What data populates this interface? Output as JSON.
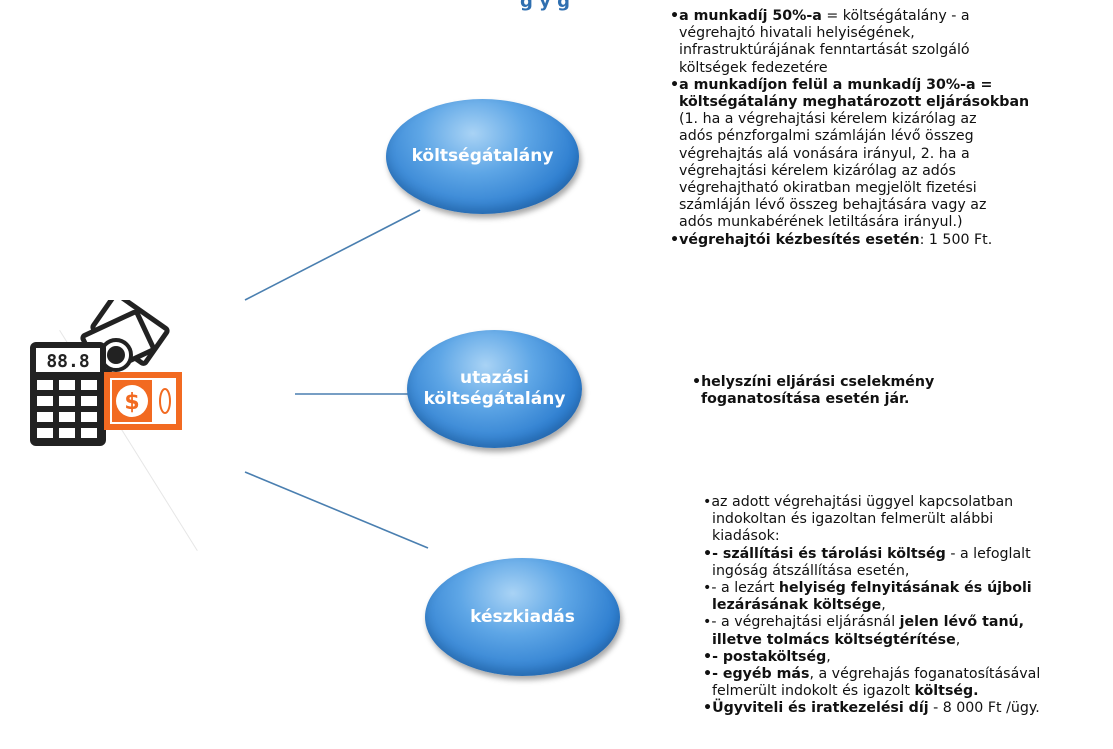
{
  "header": {
    "title_fragment": "g    y        g"
  },
  "colors": {
    "node_fill": "#2f7fd0",
    "node_highlight": "#a9d3f5",
    "connector": "#4a7fb0",
    "icon_orange": "#f26a21",
    "icon_dark": "#222222"
  },
  "icon": {
    "name": "calculator-money-icon",
    "display": "88.8",
    "currency": "$"
  },
  "nodes": [
    {
      "label": "költségátalány"
    },
    {
      "label_line1": "utazási",
      "label_line2": "költségátalány"
    },
    {
      "label": "készkiadás"
    }
  ],
  "cost_flat": {
    "item1_bold": "•a munkadíj 50%-a",
    "item1_rest": " = költségátalány - a",
    "item1_l2": "végrehajtó hivatali helyiségének,",
    "item1_l3": "infrastruktúrájának fenntartását szolgáló",
    "item1_l4": "költségek fedezetére",
    "item2_l1": "•a munkadíjon felül a munkadíj 30%-a =",
    "item2_l2": "költségátalány meghatározott eljárásokban",
    "item2_l3": "(1. ha a végrehajtási kérelem kizárólag az",
    "item2_l4": "adós pénzforgalmi számláján lévő összeg",
    "item2_l5": "végrehajtás alá vonására irányul, 2. ha a",
    "item2_l6": "végrehajtási kérelem kizárólag az adós",
    "item2_l7": "végrehajtható okiratban megjelölt fizetési",
    "item2_l8": "számláján lévő összeg behajtására vagy az",
    "item2_l9": "adós munkabérének letiltására irányul.)",
    "item3_bold": "•végrehajtói kézbesítés esetén",
    "item3_rest": ": 1 500 Ft."
  },
  "travel": {
    "l1": "•helyszíni eljárási cselekmény",
    "l2": "foganatosítása esetén jár."
  },
  "expenses": {
    "intro_l1": "•az adott végrehajtási üggyel kapcsolatban",
    "intro_l2": "indokoltan és igazoltan felmerült alábbi",
    "intro_l3": "kiadások:",
    "e1_bold": "•- szállítási és tárolási költség",
    "e1_rest": " - a lefoglalt",
    "e1_l2": "ingóság átszállítása esetén,",
    "e2_pre": "•- a lezárt ",
    "e2_bold": "helyiség felnyitásának és újboli",
    "e2_l2_bold": "lezárásának költsége",
    "e2_l2_rest": ",",
    "e3_pre": "•- a végrehajtási eljárásnál ",
    "e3_bold": "jelen lévő tanú,",
    "e3_l2_bold": "illetve tolmács költségtérítése",
    "e3_l2_rest": ",",
    "e4_bold": "•- postaköltség",
    "e4_rest": ",",
    "e5_bold": "•- egyéb más",
    "e5_rest": ", a végrehajás foganatosításával",
    "e5_l2_pre": "felmerült indokolt és igazolt ",
    "e5_l2_bold": "költség.",
    "e6_bold": "•Ügyviteli és iratkezelési díj",
    "e6_rest": " - 8 000 Ft /ügy."
  }
}
